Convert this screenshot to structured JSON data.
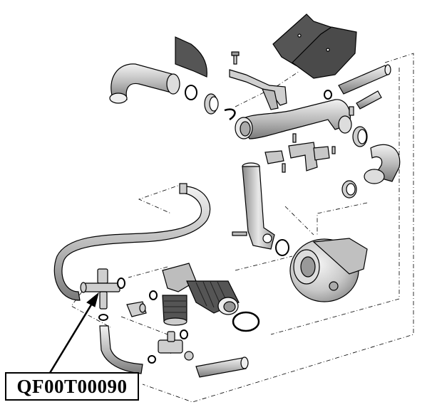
{
  "diagram": {
    "part_number": "QF00T00090",
    "colors": {
      "line": "#000000",
      "part_fill": "#d4d4d4",
      "part_light": "#eeeeee",
      "part_dark": "#8a8a8a",
      "gasket_fill": "#3a3a3a"
    },
    "parts": [
      "intake-hose-top-left",
      "heat-shield-small",
      "heat-shield-large",
      "intercooler-pipe",
      "mounting-bracket",
      "turbo-outlet-pipe",
      "turbocharger",
      "elbow-hose-right",
      "breather-hose",
      "air-intake-bellows",
      "tee-connector",
      "vacuum-valve",
      "lower-hose"
    ]
  }
}
